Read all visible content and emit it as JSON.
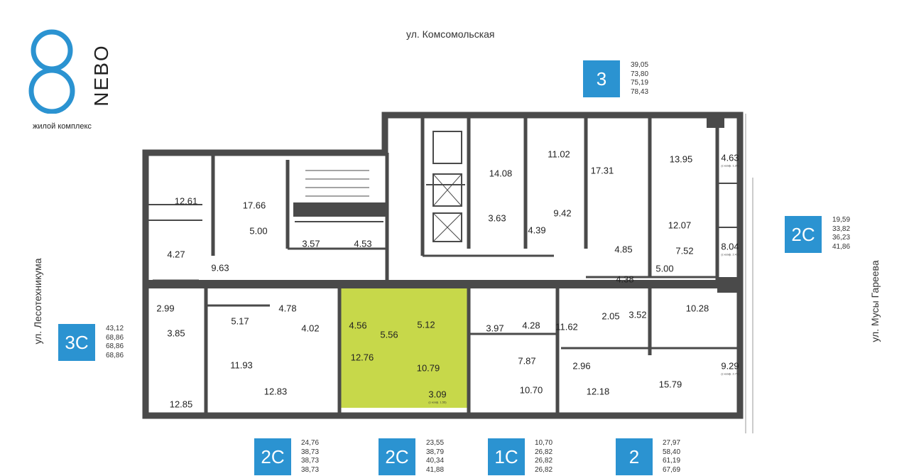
{
  "logo": {
    "brand": "NEBO",
    "subtitle": "жилой комплекс"
  },
  "streets": {
    "top": "ул. Комсомольская",
    "left": "ул. Лесотехникума",
    "right": "ул. Мусы Гареева"
  },
  "colors": {
    "accent": "#2b93d1",
    "wall": "#4a4a4a",
    "highlight": "#c7d84a"
  },
  "legends": [
    {
      "type": "3",
      "values": [
        "39,05",
        "73,80",
        "75,19",
        "78,43"
      ]
    },
    {
      "type": "2С",
      "values": [
        "19,59",
        "33,82",
        "36,23",
        "41,86"
      ]
    },
    {
      "type": "3С",
      "values": [
        "43,12",
        "68,86",
        "68,86",
        "68,86"
      ]
    },
    {
      "type": "2С",
      "values": [
        "24,76",
        "38,73",
        "38,73",
        "38,73"
      ]
    },
    {
      "type": "2С",
      "values": [
        "23,55",
        "38,79",
        "40,34",
        "41,88"
      ]
    },
    {
      "type": "1С",
      "values": [
        "10,70",
        "26,82",
        "26,82",
        "26,82"
      ]
    },
    {
      "type": "2",
      "values": [
        "27,97",
        "58,40",
        "61,19",
        "67,69"
      ]
    }
  ],
  "rooms": [
    "12.61",
    "17.66",
    "5.00",
    "3.57",
    "4.53",
    "4.27",
    "9.63",
    "2.99",
    "3.85",
    "12.85",
    "4.78",
    "5.17",
    "4.02",
    "11.93",
    "12.83",
    "4.56",
    "5.56",
    "5.12",
    "12.76",
    "10.79",
    "3.09",
    "14.08",
    "11.02",
    "17.31",
    "13.95",
    "4.63",
    "3.63",
    "9.42",
    "4.39",
    "12.07",
    "7.52",
    "8.04",
    "4.85",
    "5.00",
    "4.38",
    "3.97",
    "4.28",
    "11.62",
    "2.05",
    "3.52",
    "10.28",
    "7.87",
    "9.29",
    "2.96",
    "10.70",
    "12.18",
    "15.79"
  ],
  "coefs": [
    "(с коэф. 1.39)",
    "(с коэф. 2.41)",
    "(с коэф. 2.79)",
    "(с коэф. 1.55)"
  ]
}
